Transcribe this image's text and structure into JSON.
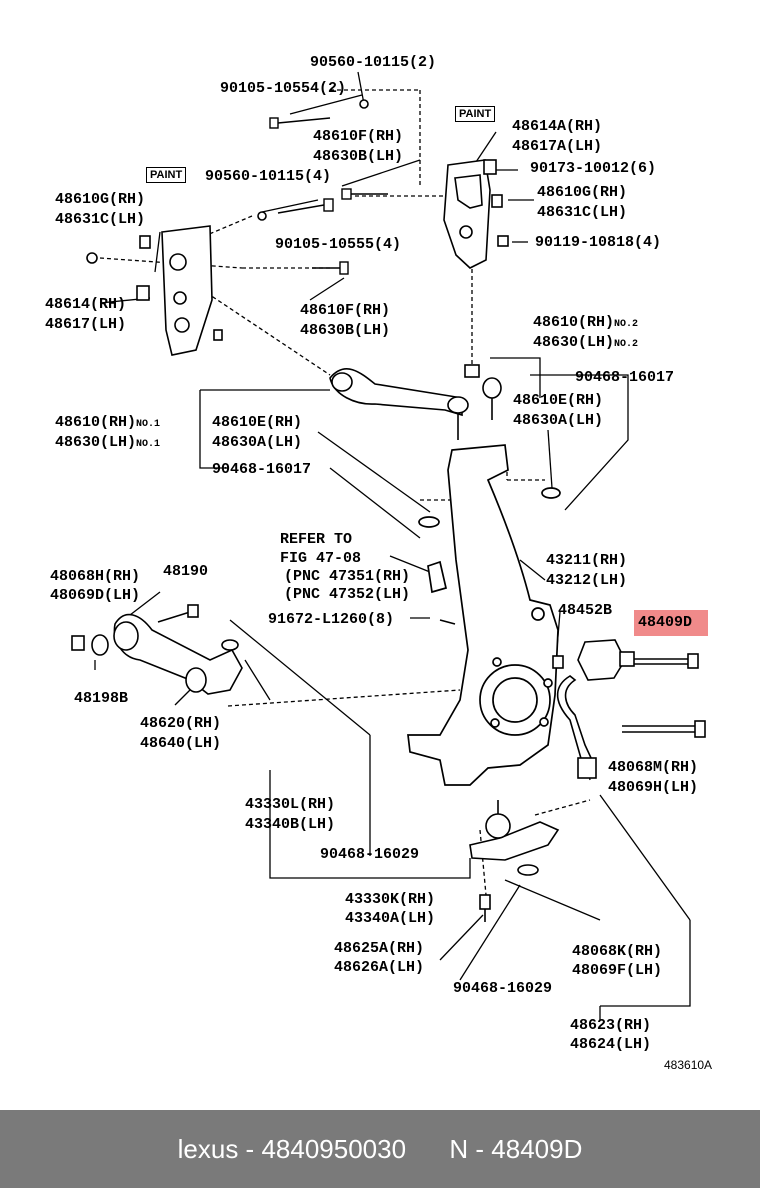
{
  "labels": {
    "p1": "90560-10115(2)",
    "p2": "90105-10554(2)",
    "p3a": "48610F(RH)",
    "p3b": "48630B(LH)",
    "p4a": "48614A(RH)",
    "p4b": "48617A(LH)",
    "p5": "90173-10012(6)",
    "p6a": "48610G(RH)",
    "p6b": "48631C(LH)",
    "p7": "90119-10818(4)",
    "p8": "90560-10115(4)",
    "p9a": "48610G(RH)",
    "p9b": "48631C(LH)",
    "p10": "90105-10555(4)",
    "p11a": "48614(RH)",
    "p11b": "48617(LH)",
    "p12a": "48610F(RH)",
    "p12b": "48630B(LH)",
    "p13a": "48610(RH)",
    "p13a_note": "NO.2",
    "p13b": "48630(LH)",
    "p13b_note": "NO.2",
    "p14": "90468-16017",
    "p15a": "48610(RH)",
    "p15a_note": "NO.1",
    "p15b": "48630(LH)",
    "p15b_note": "NO.1",
    "p16a": "48610E(RH)",
    "p16b": "48630A(LH)",
    "p17a": "48610E(RH)",
    "p17b": "48630A(LH)",
    "p18": "90468-16017",
    "p19a": "REFER TO",
    "p19b": "FIG 47-08",
    "p19c": "(PNC 47351(RH)",
    "p19d": "(PNC 47352(LH)",
    "p20a": "43211(RH)",
    "p20b": "43212(LH)",
    "p21a": "48068H(RH)",
    "p21b": "48069D(LH)",
    "p22": "48190",
    "p23": "91672-L1260(8)",
    "p24": "48452B",
    "p25": "48409D",
    "p26": "48198B",
    "p27a": "48620(RH)",
    "p27b": "48640(LH)",
    "p28a": "48068M(RH)",
    "p28b": "48069H(LH)",
    "p29a": "43330L(RH)",
    "p29b": "43340B(LH)",
    "p30": "90468-16029",
    "p31a": "43330K(RH)",
    "p31b": "43340A(LH)",
    "p32a": "48625A(RH)",
    "p32b": "48626A(LH)",
    "p33a": "48068K(RH)",
    "p33b": "48069F(LH)",
    "p34": "90468-16029",
    "p35a": "48623(RH)",
    "p35b": "48624(LH)"
  },
  "paint_tags": [
    "PAINT",
    "PAINT"
  ],
  "figure_code": "483610A",
  "highlight_color": "#f08a8a",
  "footer": {
    "brand": "lexus",
    "part_number": "4840950030",
    "pnc_prefix": "N",
    "pnc": "48409D",
    "background": "#7a7a7a"
  }
}
